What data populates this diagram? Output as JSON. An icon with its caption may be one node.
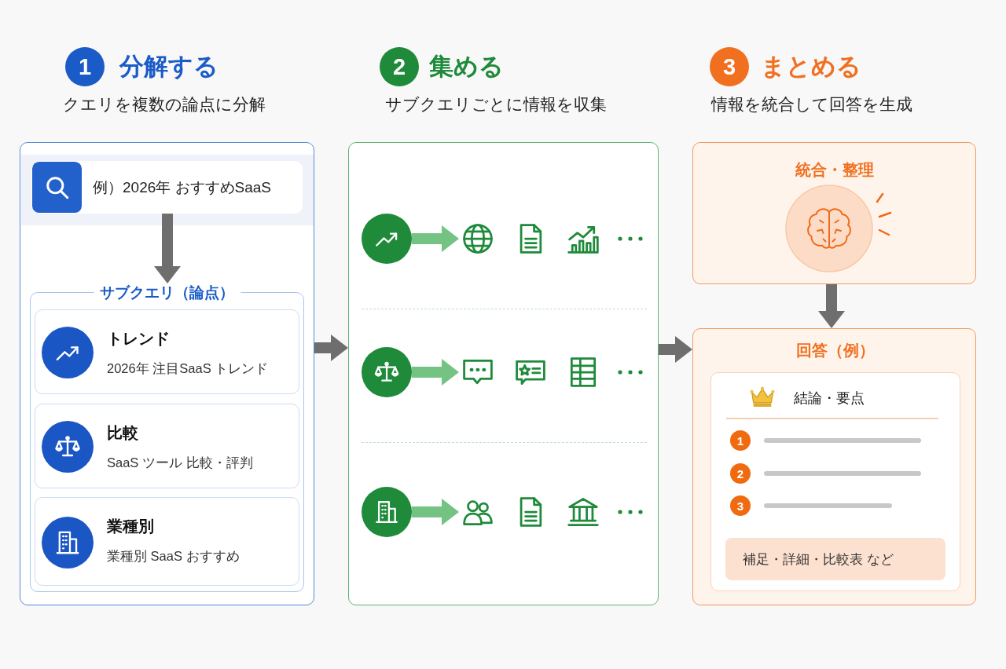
{
  "diagram": {
    "nodes": [
      {
        "text": [
          "1",
          "分解する",
          "クエリを複数の論点に分解"
        ]
      },
      {
        "text": [
          "例）2026年 おすすめSaaS"
        ],
        "in": 0
      },
      {
        "text": [
          "サブクエリ（論点）"
        ],
        "in": 0
      },
      {
        "text": [
          "トレンド",
          "2026年 注目SaaS トレンド"
        ],
        "in": 2
      },
      {
        "text": [
          "比較",
          "SaaS ツール 比較・評判"
        ],
        "in": 2
      },
      {
        "text": [
          "業種別",
          "業種別 SaaS おすすめ"
        ],
        "in": 2
      },
      {
        "text": [
          "2",
          "集める",
          "サブクエリごとに情報を収集"
        ]
      },
      {
        "text": [],
        "shape": "circle",
        "in": 6
      },
      {
        "text": [],
        "shape": "picture",
        "in": 6
      },
      {
        "text": [],
        "shape": "circle",
        "in": 6
      },
      {
        "text": [],
        "shape": "picture",
        "in": 6
      },
      {
        "text": [],
        "shape": "circle",
        "in": 6
      },
      {
        "text": [],
        "shape": "picture",
        "in": 6
      },
      {
        "text": [
          "3",
          "まとめる",
          "情報を統合して回答を生成",
          "統合・整理"
        ]
      },
      {
        "text": [
          "回答（例）"
        ]
      },
      {
        "text": [
          "結論・要点"
        ],
        "in": 14
      },
      {
        "text": [
          "1"
        ],
        "in": 15
      },
      {
        "text": [
          "2"
        ],
        "in": 15
      },
      {
        "text": [
          "3"
        ],
        "in": 15
      },
      {
        "text": [
          "補足・詳細・比較表 など"
        ],
        "in": 15
      }
    ],
    "edges": [
      {
        "from": 1,
        "to": 2,
        "arrow": "to"
      },
      {
        "from": 0,
        "to": 6,
        "arrow": "to"
      },
      {
        "from": 7,
        "to": 8,
        "arrow": "to",
        "color": "#74c383"
      },
      {
        "from": 9,
        "to": 10,
        "arrow": "to",
        "color": "#74c383"
      },
      {
        "from": 11,
        "to": 12,
        "arrow": "to",
        "color": "#74c383"
      },
      {
        "from": 6,
        "to": 14,
        "arrow": "to"
      },
      {
        "from": 13,
        "to": 14,
        "arrow": "to"
      }
    ]
  }
}
